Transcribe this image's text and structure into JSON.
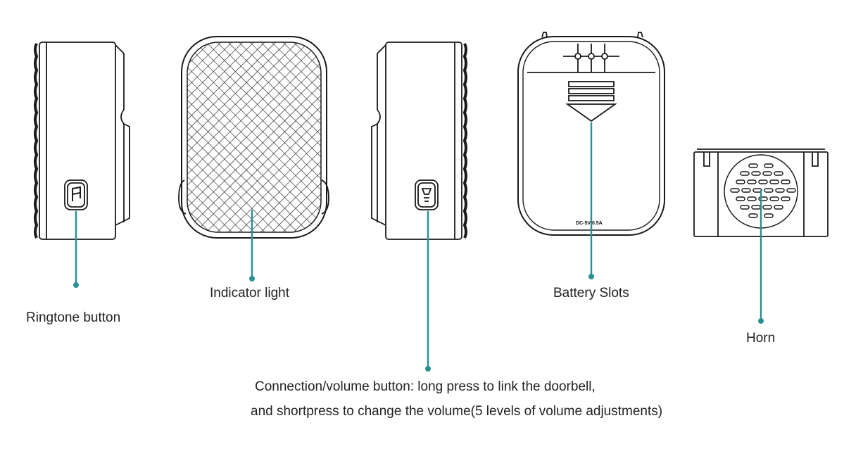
{
  "colors": {
    "leader": "#2a8f95",
    "outline": "#1a1a1a"
  },
  "labels": {
    "ringtone": "Ringtone button",
    "indicator": "Indicator light",
    "battery": "Battery Slots",
    "horn": "Horn",
    "connection_line1": "Connection/volume button: long press to link the doorbell,",
    "connection_line2": "and shortpress to change the volume(5 levels of volume adjustments)"
  },
  "device": {
    "rating": "DC-5V 0.5A"
  },
  "icons": {
    "ringtone": "music-note-icon",
    "connection": "speaker-icon"
  }
}
